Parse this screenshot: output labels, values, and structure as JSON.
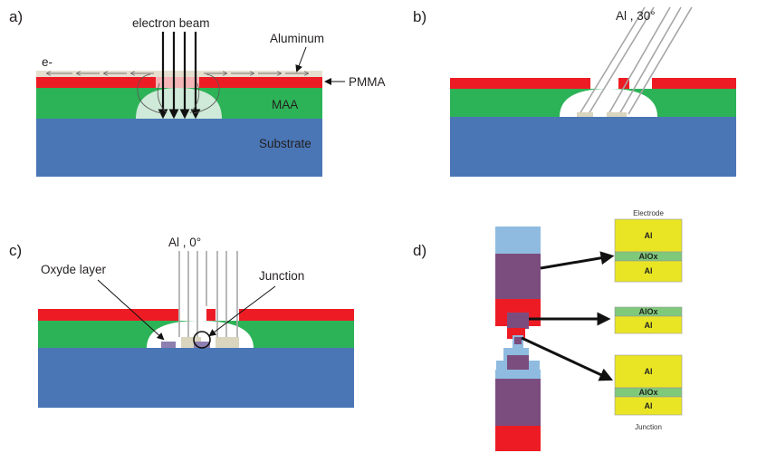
{
  "colors": {
    "substrate": "#4a76b6",
    "maa": "#2db357",
    "pmma": "#ed1c24",
    "aluminum_film": "#e6dfd0",
    "undercut": "#ffffff",
    "deposit": "#d9d5bf",
    "beam": "#a6a6a6",
    "al_layer": "#e9e524",
    "alox_layer": "#7fc97a",
    "stack_top": "#8fbbe0",
    "stack_mid": "#7b4d7f",
    "stack_red": "#ed1c24"
  },
  "panel_a": {
    "letter": "a)",
    "beam_label": "electron beam",
    "aluminum_label": "Aluminum",
    "electron_label": "e-",
    "pmma_label": "PMMA",
    "maa_label": "MAA",
    "substrate_label": "Substrate"
  },
  "panel_b": {
    "letter": "b)",
    "angle_label": "Al , 30°"
  },
  "panel_c": {
    "letter": "c)",
    "angle_label": "Al , 0°",
    "oxide_label": "Oxyde layer",
    "junction_label": "Junction"
  },
  "panel_d": {
    "letter": "d)",
    "top_stack": {
      "caption": "Electrode",
      "layers": [
        "Al",
        "AlOx",
        "Al"
      ]
    },
    "middle_stack": {
      "layers": [
        "AlOx",
        "Al"
      ]
    },
    "bottom_stack": {
      "caption": "Junction",
      "layers": [
        "Al",
        "AlOx",
        "Al"
      ]
    }
  }
}
